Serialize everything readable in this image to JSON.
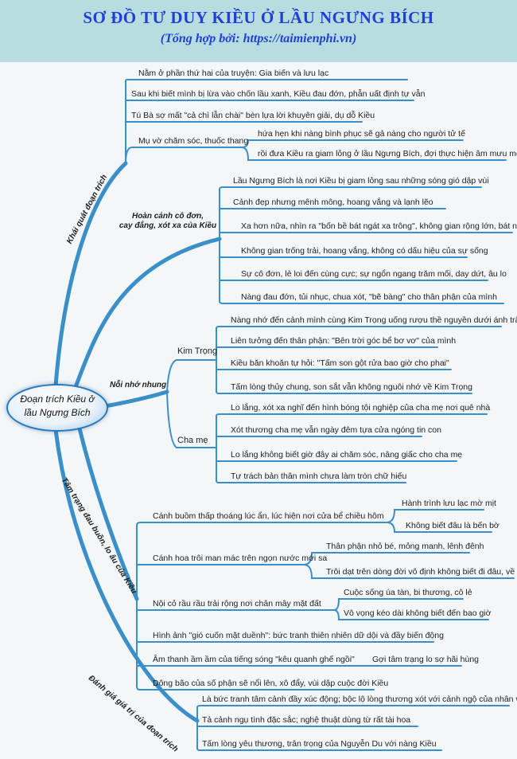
{
  "title": "SƠ ĐỒ TƯ DUY KIỀU Ở LẦU NGƯNG BÍCH",
  "subtitle": "(Tổng hợp bởi: https://taimienphi.vn)",
  "root": {
    "line1": "Đoạn trích Kiều ở",
    "line2": "lầu Ngưng Bích"
  },
  "colors": {
    "line": "#3a8fc9",
    "header_bg": "#b7dde0",
    "title": "#1f3fd6"
  },
  "branches": {
    "overview": {
      "label": "Khái quát đoạn trích",
      "items": [
        "Nằm ở phần thứ hai của truyện: Gia biến và lưu lạc",
        "Sau khi biết mình bị lừa vào chốn lầu xanh, Kiều đau đớn, phẫn uất định tự vẫn",
        "Tú Bà sợ mất \"cả chì lẫn chài\" bèn lựa lời khuyên giải, dụ dỗ Kiều",
        "Mụ vờ chăm sóc, thuốc thang"
      ],
      "sub_items": [
        "hứa hẹn khi nàng bình phục sẽ gả nàng cho người tử tế",
        "rồi đưa Kiều ra giam lỏng ở lầu Ngưng Bích, đợi thực hiện âm mưu mới"
      ]
    },
    "situation": {
      "label_line1": "Hoàn cảnh cô đơn,",
      "label_line2": "cay đắng, xót xa của Kiều",
      "items": [
        "Lầu Ngưng Bích là nơi Kiều bị giam lỏng sau những sóng gió dập vùi",
        "Cảnh đẹp nhưng mênh mông, hoang vắng và lạnh lẽo",
        "Xa hơn nữa, nhìn ra \"bốn bề bát ngát xa trông\", không gian rộng lớn, bát ngát",
        "Không gian trống trải, hoang vắng, không có dấu hiệu của sự sống",
        "Sự cô đơn, lẻ loi đến cùng cực; sự ngổn ngang trăm mối, day dứt, âu lo",
        "Nàng đau đớn, tủi nhục, chua xót, \"bẽ bàng\" cho thân phận của mình"
      ]
    },
    "longing": {
      "label": "Nỗi nhớ nhung",
      "kim_label": "Kim Trọng",
      "kim_items": [
        "Nàng nhớ đến cảnh mình cùng Kim Trọng uống rượu thề nguyền dưới ánh trăng",
        "Liên tưởng đến thân phận: \"Bên trời góc bể bơ vơ\" của mình",
        "Kiều băn khoăn tự hỏi: \"Tấm son gột rửa bao giờ cho phai\"",
        "Tấm lòng thủy chung, son sắt vẫn không nguôi nhớ về Kim Trọng"
      ],
      "parent_label": "Cha mẹ",
      "parent_items": [
        "Lo lắng, xót xa nghĩ đến hình bóng tội nghiệp của cha mẹ nơi quê nhà",
        "Xót thương cha mẹ vẫn ngày đêm tựa cửa ngóng tin con",
        "Lo lắng không biết giờ đây ai chăm sóc, nâng giấc cho cha mẹ",
        "Tự trách bản thân mình chưa làm tròn chữ hiếu"
      ]
    },
    "mood": {
      "label": "Tâm trạng đau buồn, lo âu của Kiều",
      "items": [
        "Cánh buồm thấp thoáng lúc ẩn, lúc hiện nơi cửa bể chiều hôm",
        "Cánh hoa trôi man mác trên ngọn nước mới sa",
        "Nội cỏ rầu rầu trải rộng nơi chân mây mặt đất",
        "Hình ảnh \"gió cuốn mặt duềnh\": bức tranh thiên nhiên dữ dội và đầy biến động",
        "Âm thanh ầm ầm của tiếng sóng \"kêu quanh ghế ngồi\"",
        "Dông bão của số phận sẽ nổi lên, xô đẩy, vùi dập cuộc đời Kiều"
      ],
      "sub_items": [
        "Hành trình lưu lạc mờ mịt",
        "Không biết đâu là bến bờ",
        "Thân phận nhỏ bé, mỏng manh, lênh đênh",
        "Trôi dạt trên dòng đời vô định không biết đi đâu, về đâu",
        "Cuộc sống úa tàn, bi thương, cô lẻ",
        "Vô vọng kéo dài không biết đến bao giờ",
        "Gợi tâm trạng lo sợ hãi hùng"
      ]
    },
    "evaluation": {
      "label": "Đánh giá giá trị của đoạn trích",
      "items": [
        "Là bức tranh tâm cảnh đầy xúc động; bộc lộ lòng thương xót với cảnh ngộ của nhân vật",
        "Tả cảnh ngụ tình đặc sắc; nghệ thuật dùng từ rất tài hoa",
        "Tấm lòng yêu thương, trân trọng của Nguyễn Du với nàng Kiều"
      ]
    }
  }
}
